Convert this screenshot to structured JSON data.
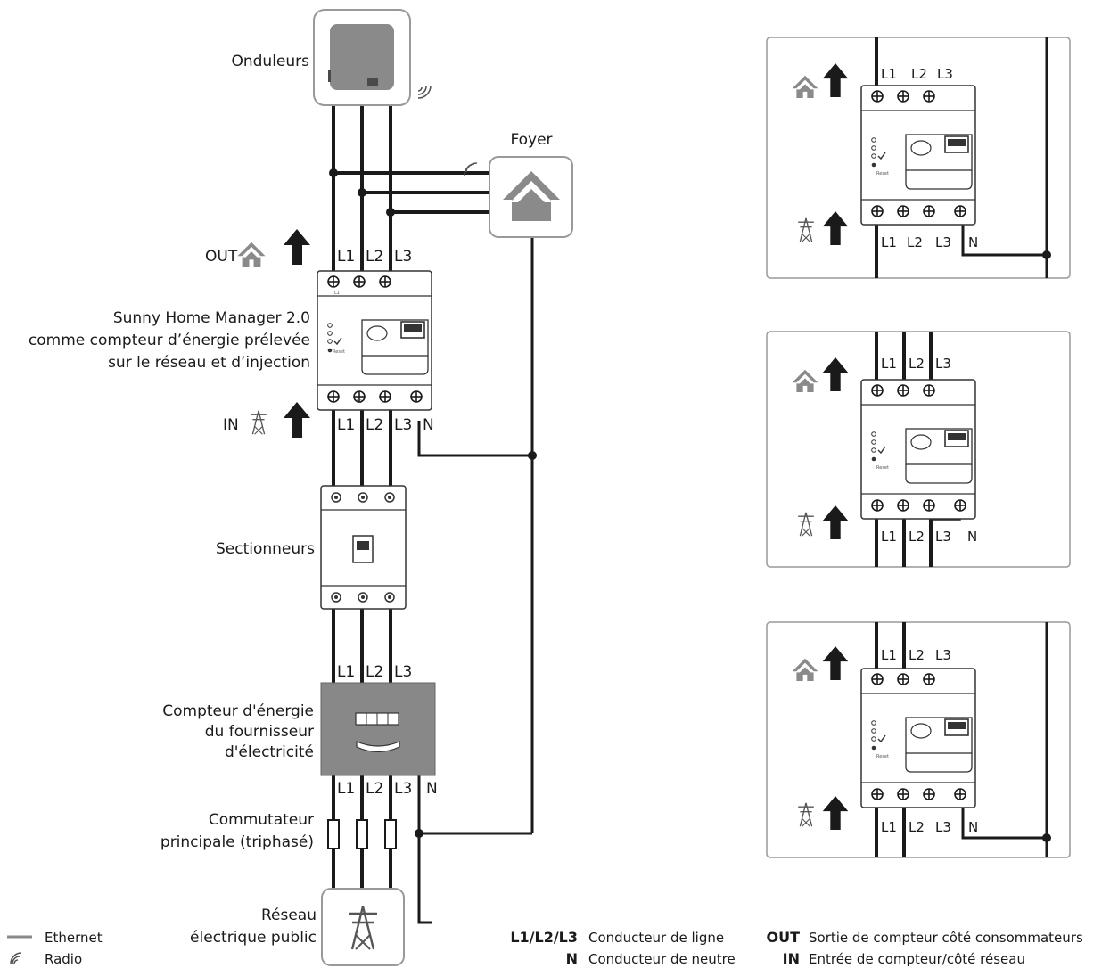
{
  "labels": {
    "inverters": "Onduleurs",
    "household": "Foyer",
    "out": "OUT",
    "in": "IN",
    "shm_line1": "Sunny Home Manager 2.0",
    "shm_line2": "comme compteur  d’énergie prélevée",
    "shm_line3": "sur le réseau et d’injection",
    "disconnectors": "Sectionneurs",
    "meter_line1": "Compteur d'énergie",
    "meter_line2": "du fournisseur",
    "meter_line3": "d'électricité",
    "switch_line1": "Commutateur",
    "switch_line2": "principale (triphasé)",
    "grid_line1": "Réseau",
    "grid_line2": "électrique public",
    "reset": "Reset"
  },
  "phases": {
    "l1": "L1",
    "l2": "L2",
    "l3": "L3",
    "n": "N"
  },
  "legend": {
    "ethernet": "Ethernet",
    "radio": "Radio",
    "l_key": "L1/L2/L3",
    "l_desc": "Conducteur de ligne",
    "n_key": "N",
    "n_desc": "Conducteur de neutre",
    "out_key": "OUT",
    "out_desc": "Sortie de compteur côté consommateurs",
    "in_key": "IN",
    "in_desc": "Entrée de compteur/côté réseau"
  },
  "icons": {
    "inverter": "inverter-icon",
    "house": "house-icon",
    "pylon": "pylon-icon",
    "radio": "radio-waves-icon",
    "arrow": "arrow-up-icon",
    "terminal": "terminal-screw-icon",
    "fuse": "fuse-icon"
  },
  "colors": {
    "wire": "#1a1a1a",
    "device_gray": "#8a8a8a",
    "meter_gray": "#888888",
    "frame": "#999999"
  }
}
